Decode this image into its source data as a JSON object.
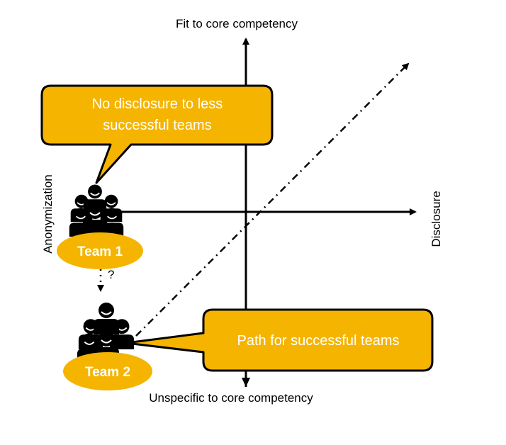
{
  "axes": {
    "top": "Fit to core competency",
    "bottom": "Unspecific to core competency",
    "left": "Anonymization",
    "right": "Disclosure"
  },
  "callouts": {
    "top_line1": "No disclosure to less",
    "top_line2": "successful teams",
    "bottom": "Path for successful teams"
  },
  "teams": {
    "team1": "Team 1",
    "team2": "Team 2"
  },
  "transition_mark": "?",
  "colors": {
    "accent": "#F5B400",
    "outline": "#000000",
    "text_on_accent": "#FFFFFF"
  },
  "icons": {
    "team": "group-of-people-icon"
  }
}
